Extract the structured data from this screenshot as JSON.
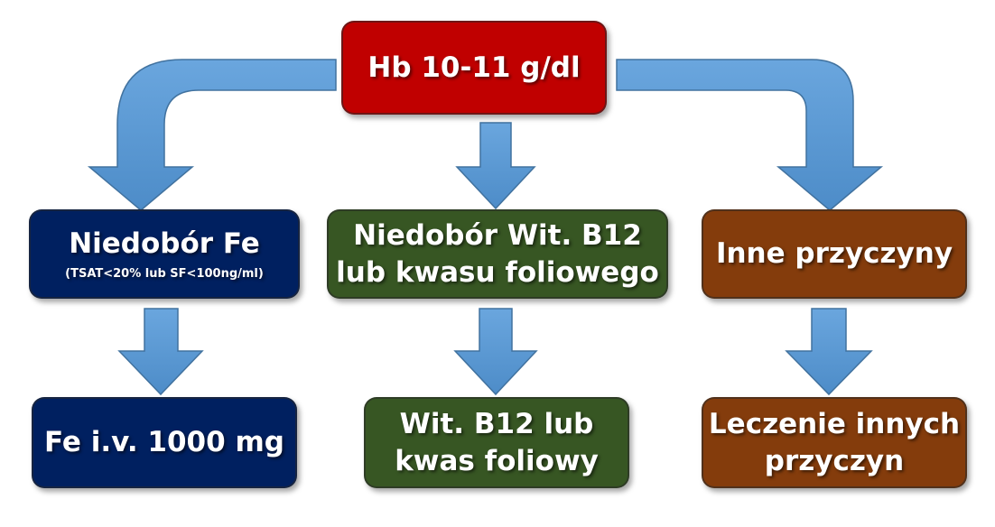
{
  "colors": {
    "arrow": "#5b9bd5",
    "arrow_border": "#41729f",
    "top": "#c00000",
    "blue": "#002060",
    "green": "#375623",
    "brown": "#843c0c"
  },
  "nodes": {
    "top": {
      "label": "Hb 10-11 g/dl"
    },
    "iron": {
      "label": "Niedobór Fe",
      "sub": "(TSAT<20% lub SF<100ng/ml)"
    },
    "b12": {
      "line1": "Niedobór Wit. B12",
      "line2": "lub kwasu foliowego"
    },
    "other": {
      "label": "Inne przyczyny"
    },
    "iron_tx": {
      "label": "Fe i.v. 1000 mg"
    },
    "b12_tx": {
      "line1": "Wit. B12 lub",
      "line2": "kwas foliowy"
    },
    "other_tx": {
      "line1": "Leczenie innych",
      "line2": "przyczyn"
    }
  }
}
